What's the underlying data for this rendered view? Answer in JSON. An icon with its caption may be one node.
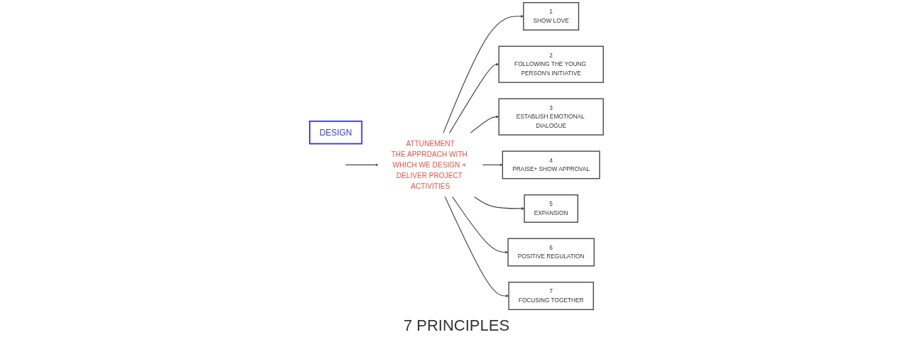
{
  "diagram": {
    "nodes": [
      {
        "text": [
          "DESIGN"
        ]
      },
      {
        "text": [
          "ATTUNEMENT",
          "THE APPRDACH WITH WHICH WE DESIGN + DELIVER PROJECT ACTIVITIES"
        ]
      },
      {
        "text": [
          "1",
          "SHOW LOVE"
        ]
      },
      {
        "text": [
          "2",
          "FOLLOWING THE YOUNG PERSON's INITIATIVE"
        ]
      },
      {
        "text": [
          "3",
          "ESTABLISH EMOTIONAL DIALOGUE"
        ]
      },
      {
        "text": [
          "4",
          "PRAISE+ SHOW APPROVAL"
        ]
      },
      {
        "text": [
          "5",
          "EXPANSION"
        ]
      },
      {
        "text": [
          "6",
          "POSITIVE REGULATION"
        ]
      },
      {
        "text": [
          "7",
          "FOCUSING TOGETHER"
        ]
      }
    ],
    "edges": [
      {
        "from": null,
        "to": 1,
        "arrow": "to"
      },
      {
        "from": 1,
        "to": 2,
        "arrow": "to"
      },
      {
        "from": 1,
        "to": 3,
        "arrow": "to"
      },
      {
        "from": 1,
        "to": 4,
        "arrow": "to"
      },
      {
        "from": 1,
        "to": 5,
        "arrow": "to"
      },
      {
        "from": 1,
        "to": 6,
        "arrow": "to"
      },
      {
        "from": 1,
        "to": 7,
        "arrow": "to"
      },
      {
        "from": 1,
        "to": 8,
        "arrow": "to"
      }
    ],
    "labels": [
      "7 PRINCIPLES"
    ]
  }
}
